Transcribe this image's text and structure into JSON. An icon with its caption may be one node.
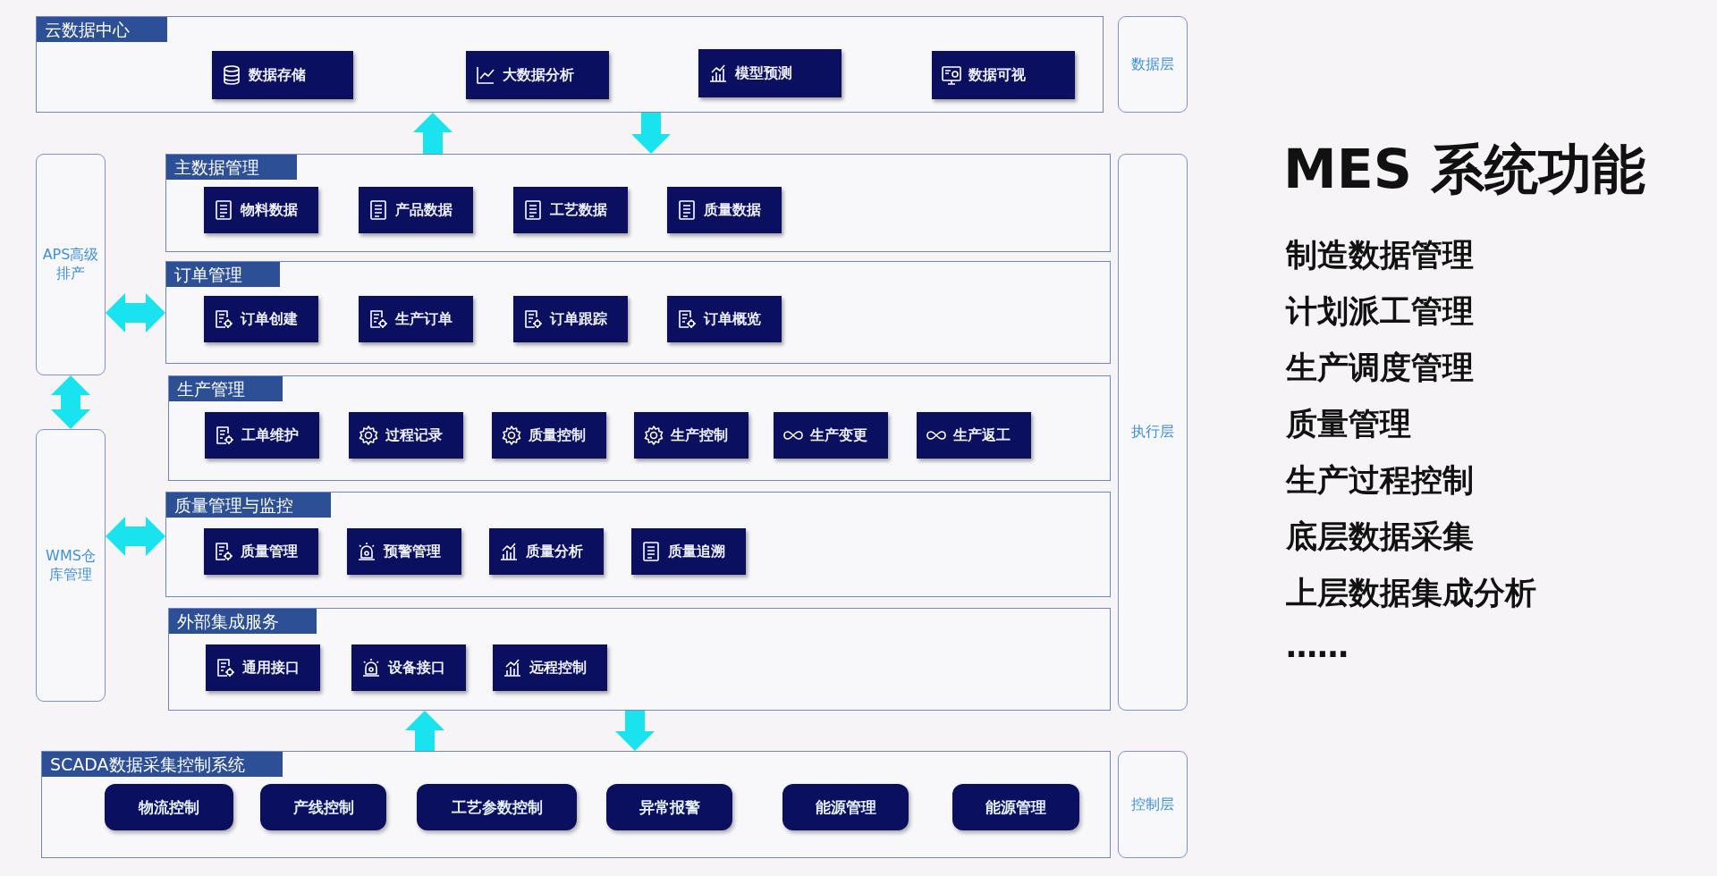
{
  "diagram": {
    "title": "MES 系统功能",
    "nodes": [
      {
        "text": [
          "云数据中心"
        ]
      },
      {
        "text": [
          "数据存储"
        ],
        "in": 0
      },
      {
        "text": [
          "大数据分析"
        ],
        "in": 0
      },
      {
        "text": [
          "模型预测"
        ],
        "in": 0
      },
      {
        "text": [
          "数据可视"
        ],
        "in": 0
      },
      {
        "text": [
          "数据层"
        ]
      },
      {
        "text": [
          "APS高级排产"
        ]
      },
      {
        "text": [
          "主数据管理"
        ]
      },
      {
        "text": [
          "物料数据"
        ],
        "in": 7
      },
      {
        "text": [
          "产品数据"
        ],
        "in": 7
      },
      {
        "text": [
          "工艺数据"
        ],
        "in": 7
      },
      {
        "text": [
          "质量数据"
        ],
        "in": 7
      },
      {
        "text": [
          "订单管理"
        ]
      },
      {
        "text": [
          "订单创建"
        ],
        "in": 12
      },
      {
        "text": [
          "生产订单"
        ],
        "in": 12
      },
      {
        "text": [
          "订单跟踪"
        ],
        "in": 12
      },
      {
        "text": [
          "订单概览"
        ],
        "in": 12
      },
      {
        "text": [
          "执行层"
        ]
      },
      {
        "text": [
          "生产管理"
        ]
      },
      {
        "text": [
          "工单维护"
        ],
        "in": 18
      },
      {
        "text": [
          "过程记录"
        ],
        "in": 18
      },
      {
        "text": [
          "质量控制"
        ],
        "in": 18
      },
      {
        "text": [
          "生产控制"
        ],
        "in": 18
      },
      {
        "text": [
          "生产变更"
        ],
        "in": 18
      },
      {
        "text": [
          "生产返工"
        ],
        "in": 18
      },
      {
        "text": [
          "WMS仓库管理"
        ]
      },
      {
        "text": [
          "质量管理与监控"
        ]
      },
      {
        "text": [
          "质量管理"
        ],
        "in": 26
      },
      {
        "text": [
          "预警管理"
        ],
        "in": 26
      },
      {
        "text": [
          "质量分析"
        ],
        "in": 26
      },
      {
        "text": [
          "质量追溯"
        ],
        "in": 26
      },
      {
        "text": [
          "外部集成服务"
        ]
      },
      {
        "text": [
          "通用接口"
        ],
        "in": 31
      },
      {
        "text": [
          "设备接口"
        ],
        "in": 31
      },
      {
        "text": [
          "远程控制"
        ],
        "in": 31
      },
      {
        "text": [
          "SCADA数据采集控制系统"
        ]
      },
      {
        "text": [
          "物流控制"
        ],
        "in": 35
      },
      {
        "text": [
          "产线控制"
        ],
        "in": 35
      },
      {
        "text": [
          "工艺参数控制"
        ],
        "in": 35
      },
      {
        "text": [
          "异常报警"
        ],
        "in": 35
      },
      {
        "text": [
          "能源管理"
        ],
        "in": 35
      },
      {
        "text": [
          "能源管理"
        ],
        "in": 35
      },
      {
        "text": [
          "控制层"
        ]
      }
    ],
    "edges": [
      {
        "from": 7,
        "to": 0,
        "arrow": "to"
      },
      {
        "from": 0,
        "to": 7,
        "arrow": "to"
      },
      {
        "from": 6,
        "to": 12,
        "arrow": "both"
      },
      {
        "from": 6,
        "to": 25,
        "arrow": "both"
      },
      {
        "from": 25,
        "to": 26,
        "arrow": "both"
      },
      {
        "from": 35,
        "to": 31,
        "arrow": "to"
      },
      {
        "from": 31,
        "to": 35,
        "arrow": "to"
      }
    ],
    "labels": [
      "制造数据管理",
      "计划派工管理",
      "生产调度管理",
      "质量管理",
      "生产过程控制",
      "底层数据采集",
      "上层数据集成分析",
      "……"
    ]
  }
}
